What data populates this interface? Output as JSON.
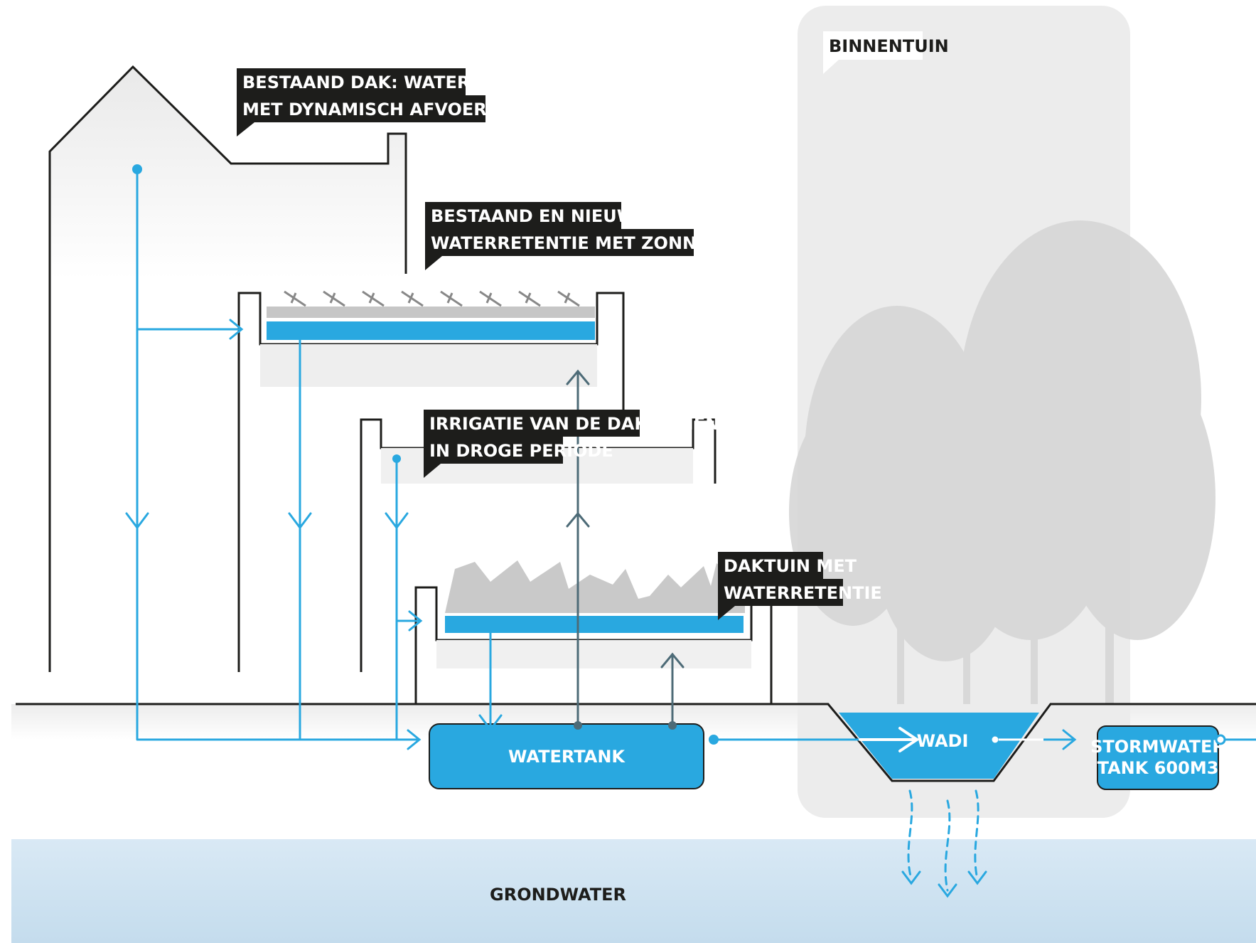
{
  "labels": {
    "binnentuin": "BINNENTUIN",
    "bestaand_dak_line1": "BESTAAND DAK: WATEROPVANG",
    "bestaand_dak_line2": "MET DYNAMISCH AFVOERSYSTEEM",
    "nieuw_dak_line1": "BESTAAND EN NIEUW DAK:",
    "nieuw_dak_line2": "WATERRETENTIE MET ZONNEPANELEN",
    "irrigatie_line1": "IRRIGATIE VAN DE DAKTUINEN",
    "irrigatie_line2": "IN DROGE PERIODE",
    "daktuin_line1": "DAKTUIN MET",
    "daktuin_line2": "WATERRETENTIE",
    "watertank": "WATERTANK",
    "wadi": "WADI",
    "stormwater_line1": "STORMWATER",
    "stormwater_line2": "TANK 600M3",
    "grondwater": "GRONDWATER"
  },
  "colors": {
    "water_blue": "#29a8e0",
    "water_dark": "#1d8ec4",
    "pipe_return": "#4d6b77",
    "outline": "#1d1d1b",
    "garden_bg": "#ececec",
    "ground_water": "#cfe3f1",
    "label_bg": "#1d1d1b"
  }
}
